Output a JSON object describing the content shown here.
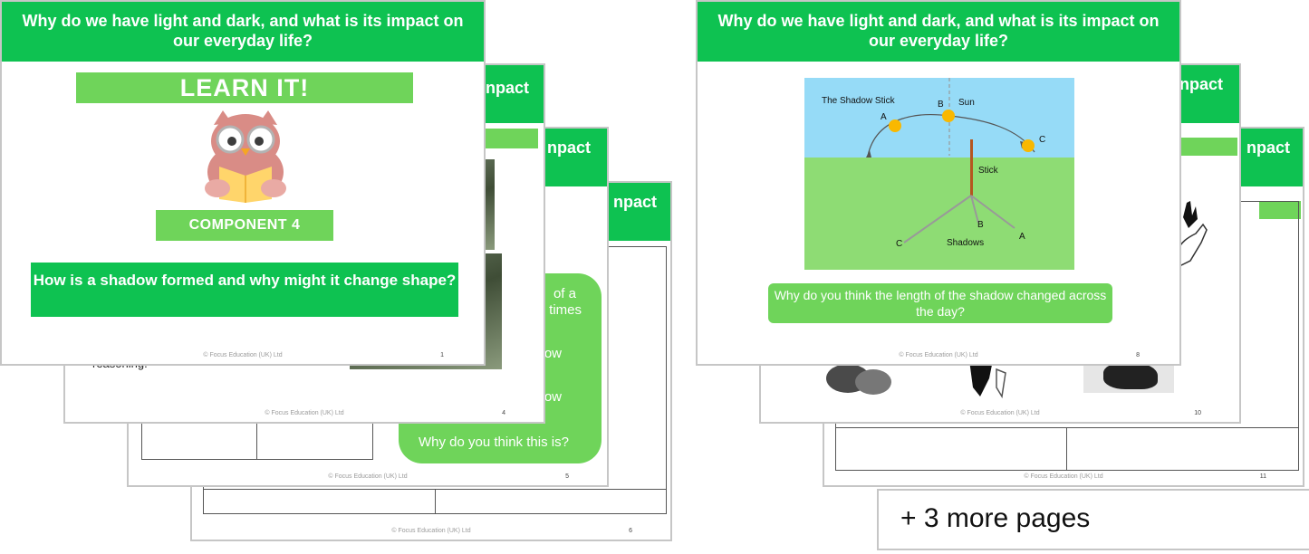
{
  "left_deck": {
    "cover": {
      "title": "Why do we have light and dark, and what is its impact on our everyday life?",
      "learn_label": "LEARN IT!",
      "component_label": "COMPONENT 4",
      "question": "How is a shadow formed and why might it change shape?",
      "footer": "© Focus Education (UK) Ltd",
      "page": "1"
    },
    "slide4": {
      "header_fragment": "npact",
      "body_fragment": "reasoning.",
      "footer": "© Focus Education (UK) Ltd",
      "page": "4"
    },
    "slide5": {
      "header_fragment": "npact",
      "bubble_fragments": [
        "of a",
        "times",
        "ow",
        "ow"
      ],
      "bubble_question": "Why do you think this is?",
      "footer": "© Focus Education (UK) Ltd",
      "page": "5"
    },
    "slide6": {
      "header_fragment": "npact",
      "footer": "© Focus Education (UK) Ltd",
      "page": "6"
    }
  },
  "right_deck": {
    "cover": {
      "title": "Why do we have light and dark, and what is its impact on our everyday life?",
      "question": "Why do you think the length of the shadow changed across the day?",
      "footer": "© Focus Education (UK) Ltd",
      "page": "8"
    },
    "diagram": {
      "title": "The Shadow Stick",
      "sun_label": "Sun",
      "stick_label": "Stick",
      "shadows_label": "Shadows",
      "points": [
        "A",
        "B",
        "C"
      ],
      "sky_color": "#96dbf7",
      "grass_color": "#8edc74",
      "sun_color": "#f9b800",
      "stick_color": "#b5561f"
    },
    "slide10": {
      "header_fragment": "npact",
      "footer": "© Focus Education (UK) Ltd",
      "page": "10"
    },
    "slide11": {
      "header_fragment": "npact",
      "footer": "© Focus Education (UK) Ltd",
      "page": "11"
    },
    "more_pages": "+ 3 more pages"
  },
  "colors": {
    "header_green": "#0ec251",
    "light_green": "#6fd45a",
    "border": "#c6c6c6"
  }
}
